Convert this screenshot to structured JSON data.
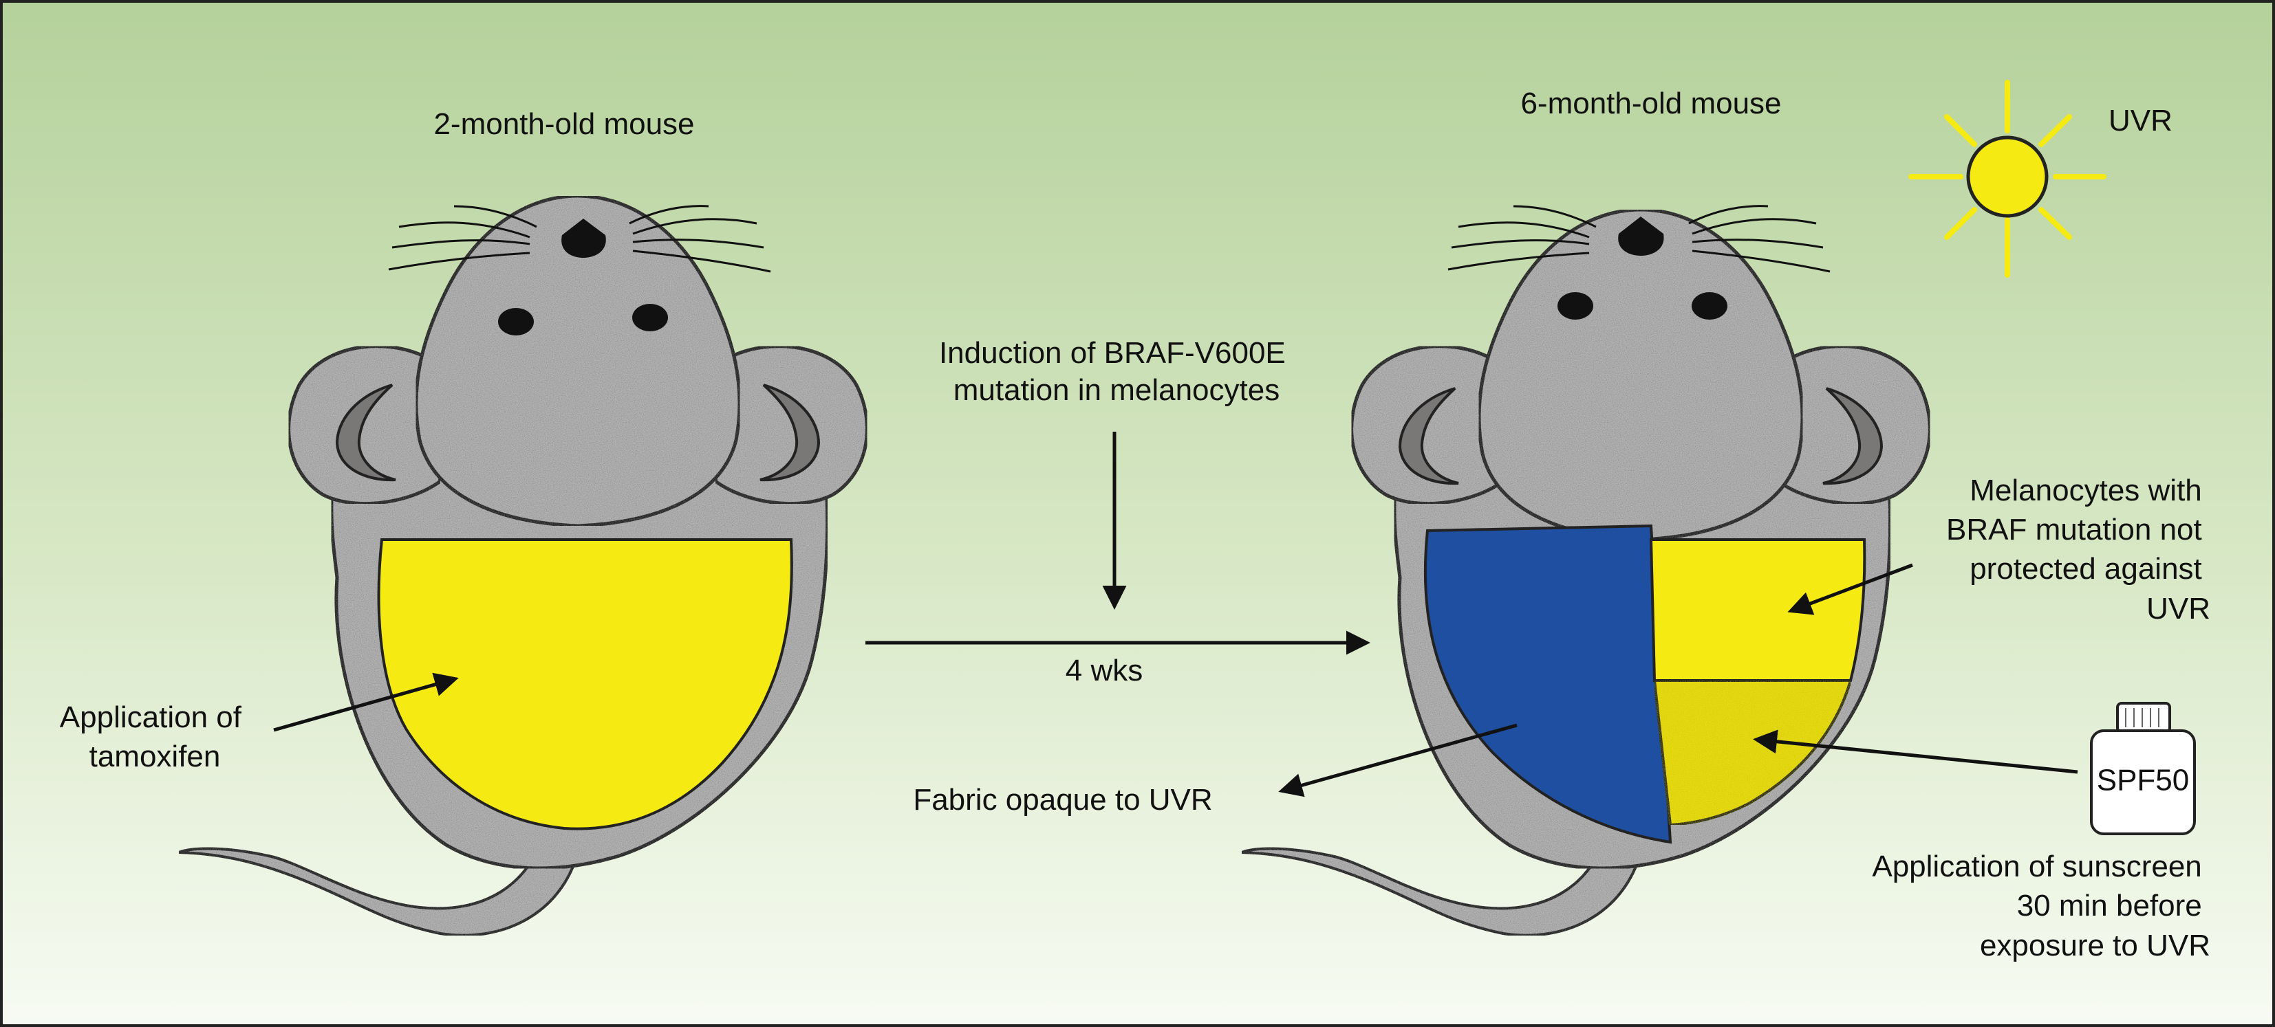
{
  "labels": {
    "mouse_young": "2-month-old mouse",
    "mouse_old": "6-month-old mouse",
    "uvr": "UVR",
    "induction": [
      "Induction of BRAF-V600E",
      "mutation in melanocytes"
    ],
    "interval": "4 wks",
    "tamoxifen": [
      "Application of",
      "tamoxifen"
    ],
    "fabric": "Fabric opaque to UVR",
    "braf_unprotected": [
      "Melanocytes with",
      "BRAF mutation not",
      "protected against",
      "UVR"
    ],
    "sunscreen_bottle": "SPF50",
    "sunscreen_note": [
      "Application of sunscreen",
      "30 min before",
      "exposure to UVR"
    ]
  },
  "colors": {
    "background_top": "#b5d19b",
    "background_bottom": "#f7fbf3",
    "mouse_fur": "#b3b3b3",
    "ear_inner": "#7a7777",
    "tamoxifen_yellow": "#f5ea12",
    "fabric_blue": "#1f4fa0",
    "sunscreen_yellow": "#e8dc18",
    "sun": "#f5ea12"
  },
  "icons": {
    "sun": "sun-icon",
    "bottle": "sunscreen-bottle-icon"
  }
}
